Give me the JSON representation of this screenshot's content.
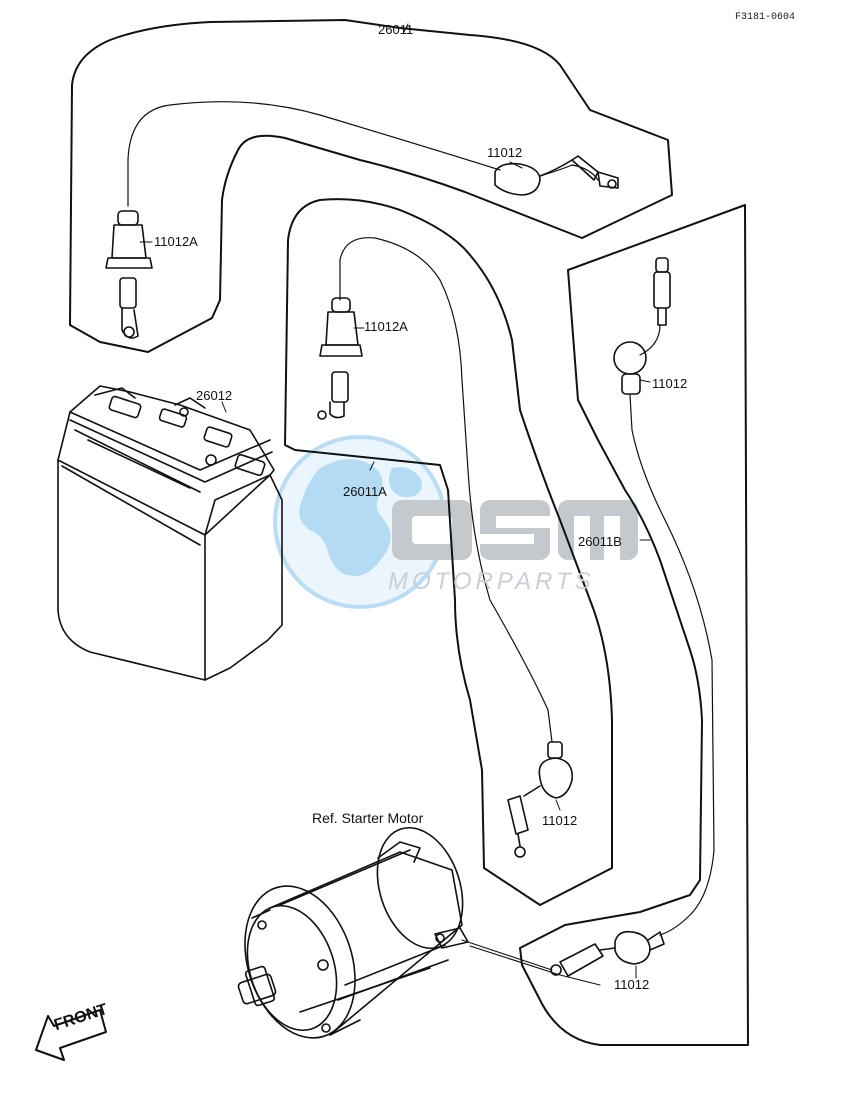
{
  "figure_code": "F3181-0604",
  "reference_note": "Ref. Starter Motor",
  "direction_label": "FRONT",
  "watermark": {
    "logo": "OSM",
    "brand": "MOTORPARTS"
  },
  "callouts": {
    "cable_main": "26011",
    "cable_a": "26011A",
    "cable_b": "26011B",
    "battery": "26012",
    "cap_a_1": "11012A",
    "cap_a_2": "11012A",
    "cap_top": "11012",
    "cap_b_upper": "11012",
    "cap_a_lower": "11012",
    "cap_b_lower": "11012"
  },
  "colors": {
    "line": "#111111",
    "watermark_blue": "#a9d2ef",
    "watermark_grey": "#bfc4ca"
  }
}
